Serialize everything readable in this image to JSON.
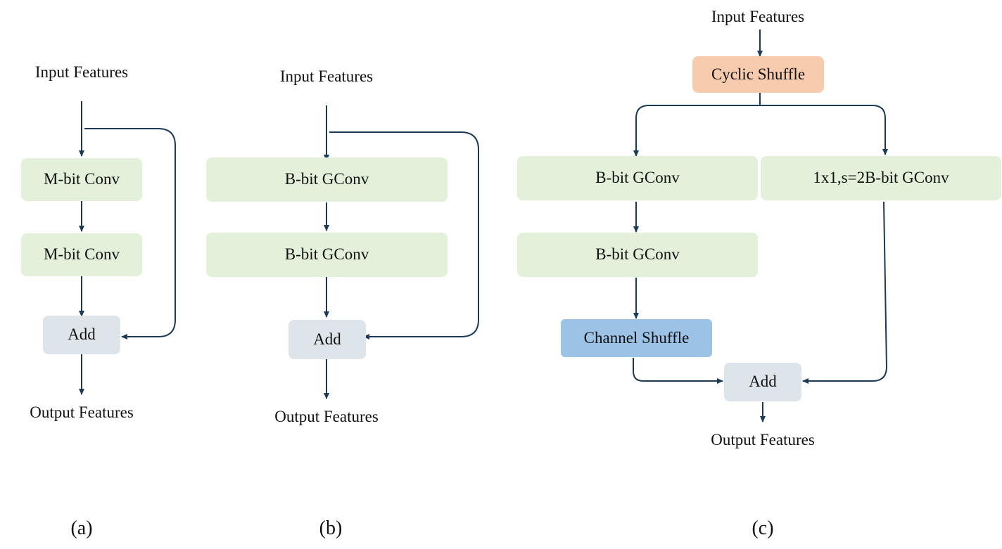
{
  "panel_a": {
    "input": "Input Features",
    "conv1": "M-bit Conv",
    "conv2": "M-bit Conv",
    "add": "Add",
    "output": "Output Features",
    "caption": "(a)"
  },
  "panel_b": {
    "input": "Input Features",
    "conv1": "B-bit GConv",
    "conv2": "B-bit GConv",
    "add": "Add",
    "output": "Output Features",
    "caption": "(b)"
  },
  "panel_c": {
    "input": "Input Features",
    "cyclic_shuffle": "Cyclic Shuffle",
    "left_conv1": "B-bit GConv",
    "left_conv2": "B-bit GConv",
    "right_conv_line1": "1x1,s=2",
    "right_conv_line2": "B-bit GConv",
    "channel_shuffle": "Channel Shuffle",
    "add": "Add",
    "output": "Output Features",
    "caption": "(c)"
  },
  "colors": {
    "conv_fill": "#e3f0da",
    "add_fill": "#dde5eb",
    "cyclic_shuffle_fill": "#f7cbae",
    "channel_shuffle_fill": "#9cc3e6",
    "wire": "#1b3a57"
  }
}
